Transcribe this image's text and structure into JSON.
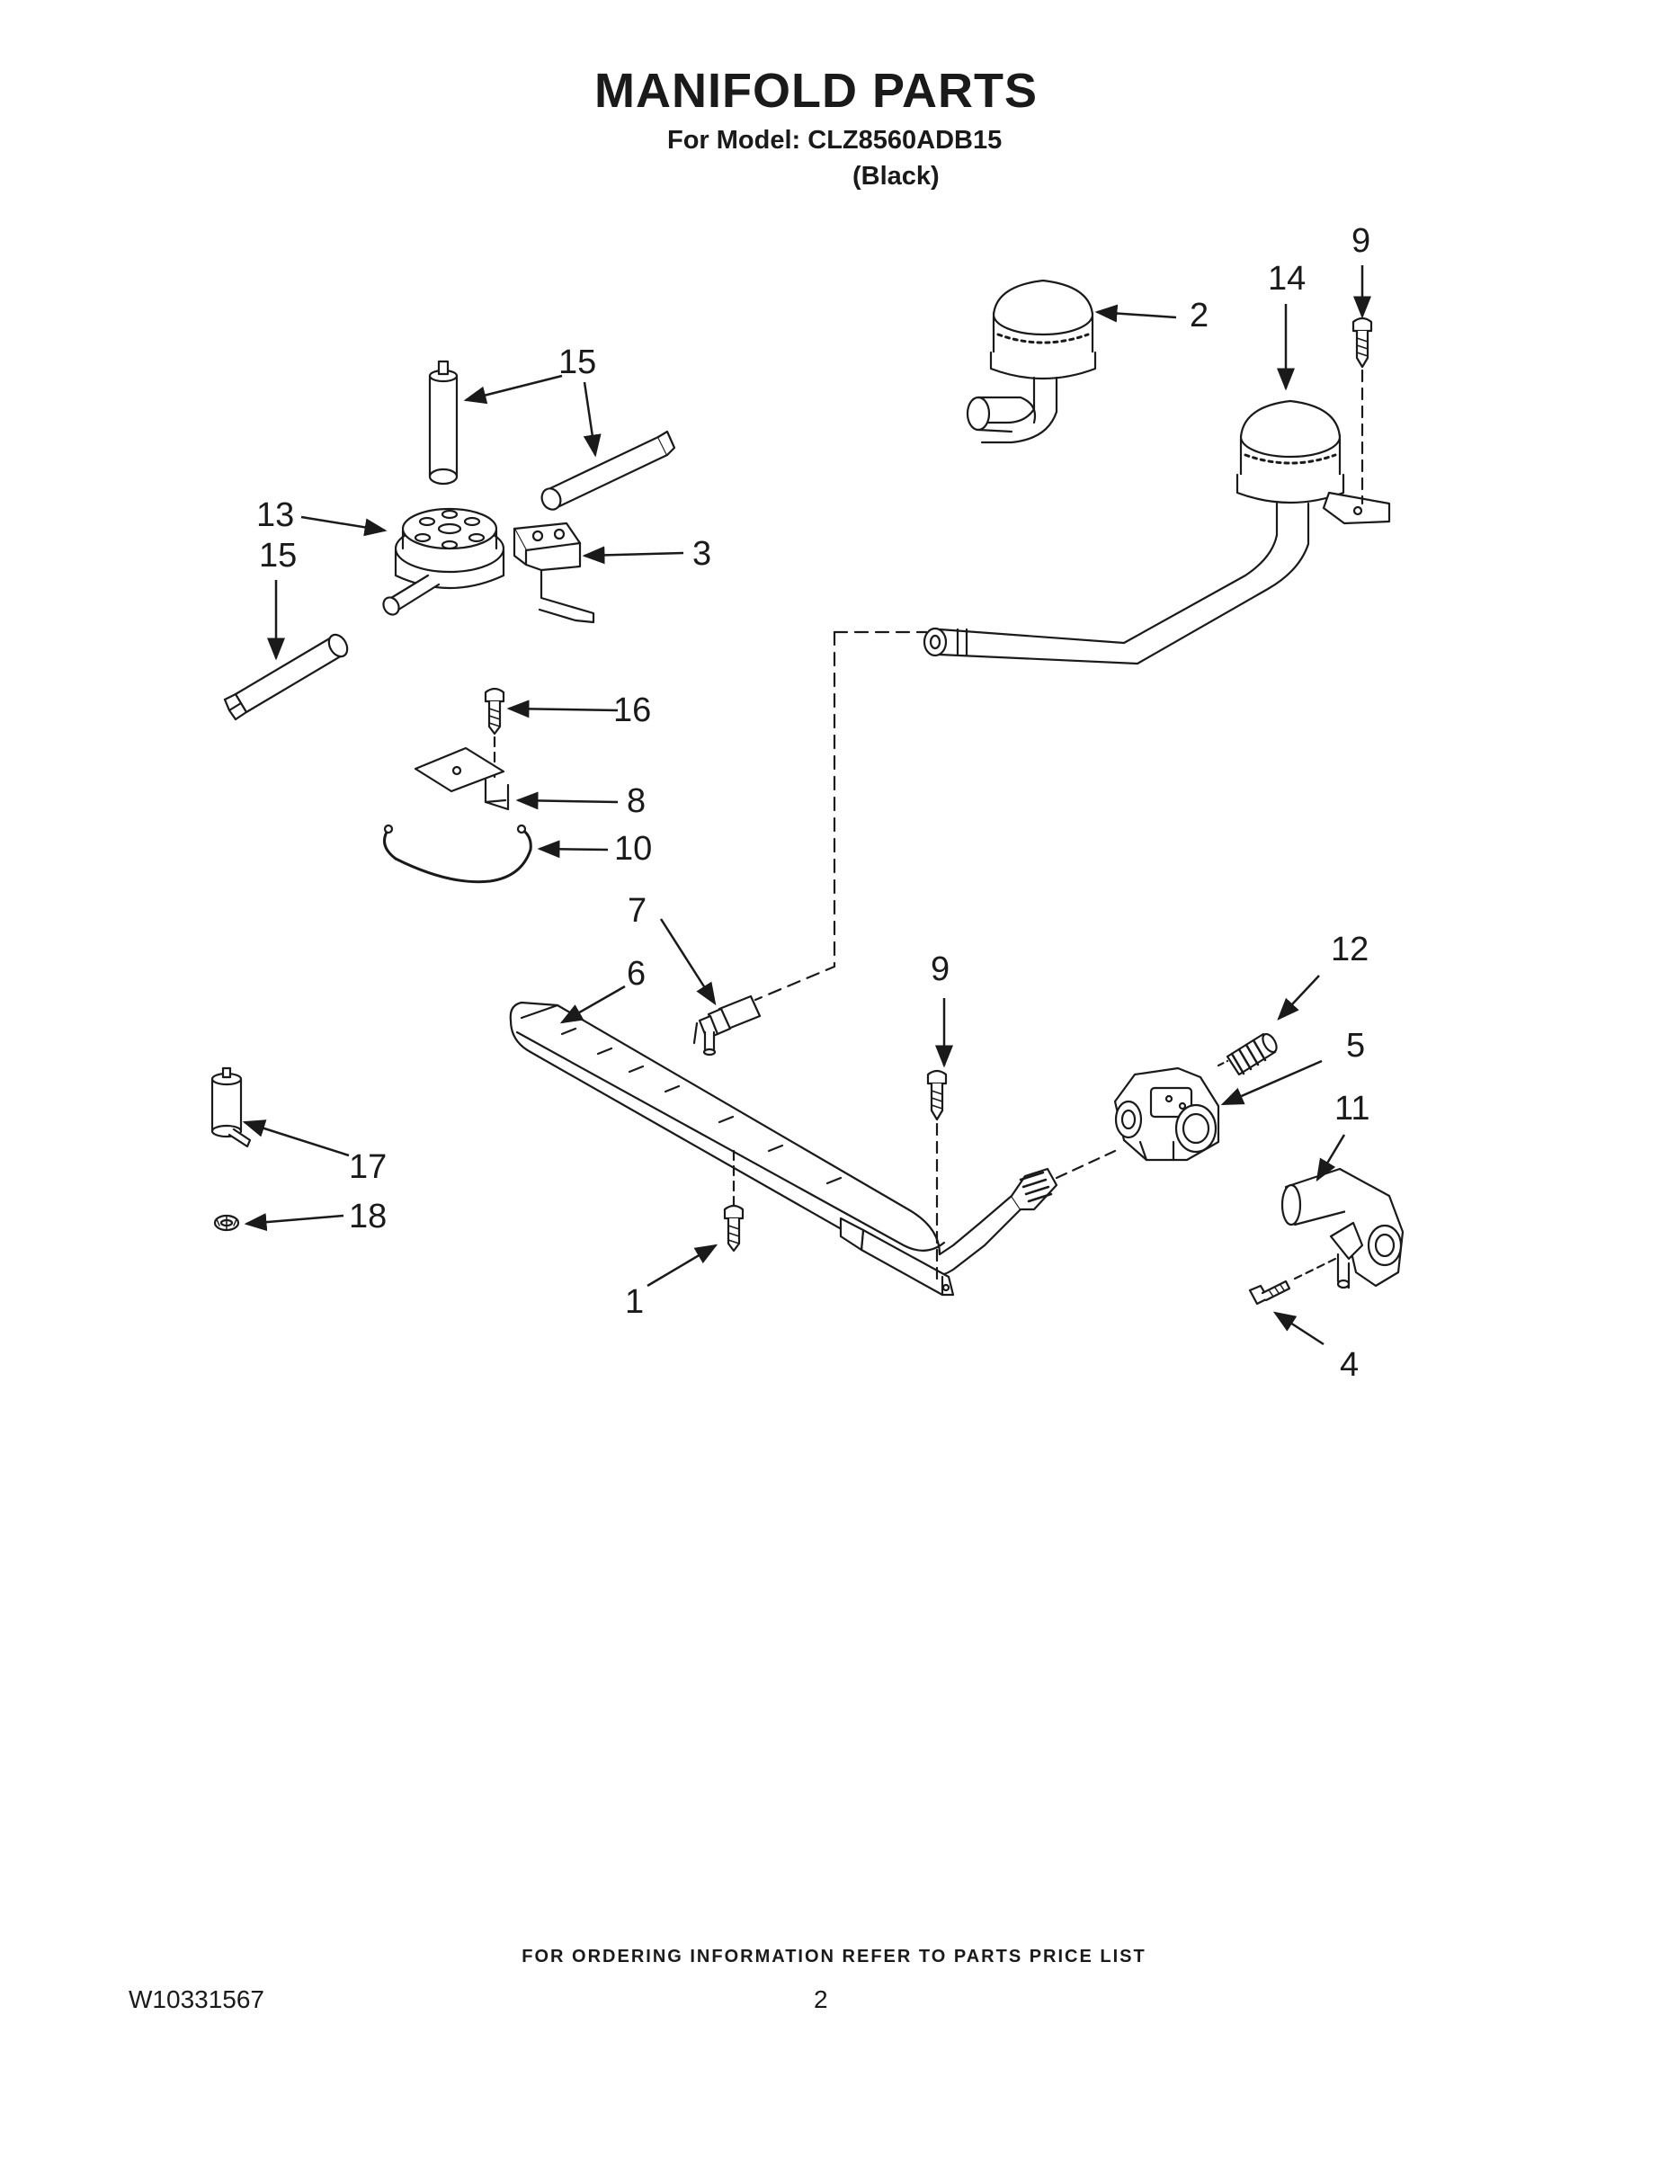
{
  "header": {
    "title": "MANIFOLD PARTS",
    "model_line": "For Model: CLZ8560ADB15",
    "color_line": "(Black)"
  },
  "callouts": [
    "1",
    "2",
    "3",
    "4",
    "5",
    "6",
    "7",
    "8",
    "9",
    "9",
    "10",
    "11",
    "12",
    "13",
    "14",
    "15",
    "15",
    "16",
    "17",
    "18"
  ],
  "footer": {
    "ordering_note": "FOR ORDERING INFORMATION REFER TO PARTS PRICE LIST",
    "document_number": "W10331567",
    "page_number": "2"
  }
}
